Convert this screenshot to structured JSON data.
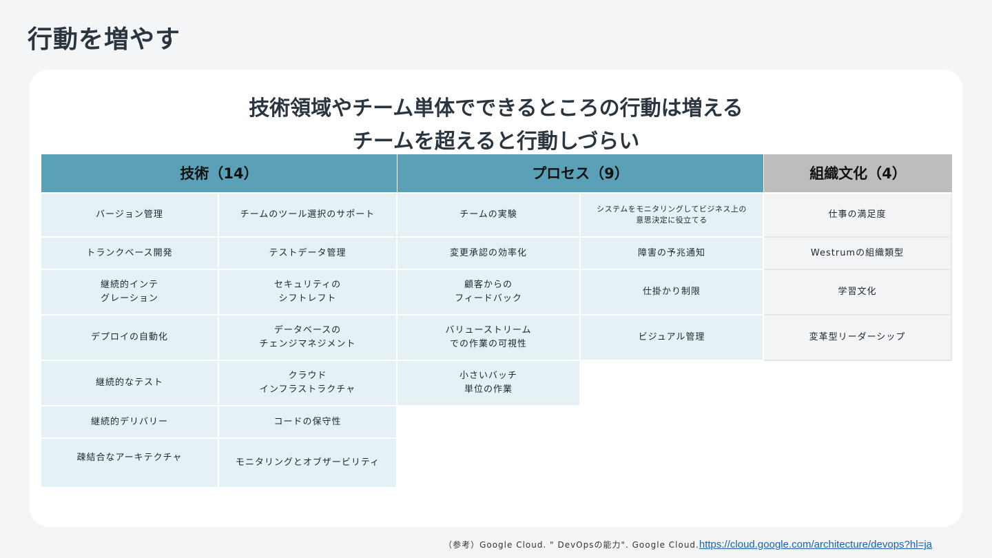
{
  "page": {
    "title": "行動を増やす"
  },
  "headline": {
    "line1": "技術領域やチーム単体でできるところの行動は増える",
    "line2": "チームを超えると行動しづらい"
  },
  "table": {
    "headers": {
      "tech": "技術（14）",
      "process": "プロセス（9）",
      "culture": "組織文化（4）"
    },
    "tech": [
      "バージョン管理",
      "チームのツール選択のサポート",
      "トランクベース開発",
      "テストデータ管理",
      "継続的インテ\nグレーション",
      "セキュリティの\nシフトレフト",
      "デプロイの自動化",
      "データベースの\nチェンジマネジメント",
      "継続的なテスト",
      "クラウド\nインフラストラクチャ",
      "継続的デリバリー",
      "コードの保守性",
      "疎結合なアーキテクチャ",
      "モニタリングとオブザービリティ"
    ],
    "process": [
      "チームの実験",
      "システムをモニタリングしてビジネス上の\n意思決定に役立てる",
      "変更承認の効率化",
      "障害の予兆通知",
      "顧客からの\nフィードバック",
      "仕掛かり制限",
      "バリューストリーム\nでの作業の可視性",
      "ビジュアル管理",
      "小さいバッチ\n単位の作業"
    ],
    "culture": [
      "仕事の満足度",
      "Westrumの組織類型",
      "学習文化",
      "変革型リーダーシップ"
    ]
  },
  "citation": {
    "text": "（参考）Google Cloud. \" DevOpsの能力\". Google Cloud.",
    "link": "https://cloud.google.com/architecture/devops?hl=ja"
  },
  "colors": {
    "header_blue": "#5aa1b8",
    "cell_blue": "#e6f1f6",
    "header_gray": "#bdbdbd",
    "cell_gray": "#f3f4f5"
  }
}
